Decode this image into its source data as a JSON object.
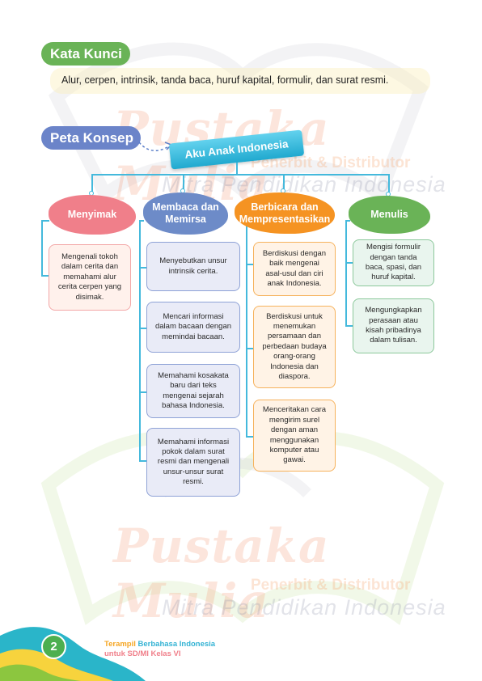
{
  "keywords": {
    "heading": "Kata Kunci",
    "text": "Alur, cerpen, intrinsik, tanda baca, huruf kapital, formulir, dan surat resmi."
  },
  "concept_map": {
    "heading": "Peta Konsep",
    "title": "Aku Anak Indonesia",
    "categories": [
      {
        "label": "Menyimak",
        "items": [
          "Mengenali tokoh dalam cerita dan memahami alur cerita cerpen yang disimak."
        ]
      },
      {
        "label": "Membaca dan Memirsa",
        "items": [
          "Menyebutkan unsur intrinsik cerita.",
          "Mencari informasi dalam bacaan dengan memindai bacaan.",
          "Memahami kosakata baru dari teks mengenai sejarah bahasa Indonesia.",
          "Memahami informasi pokok dalam surat resmi dan mengenali unsur-unsur surat resmi."
        ]
      },
      {
        "label": "Berbicara dan Mempresentasikan",
        "items": [
          "Berdiskusi dengan baik mengenai asal-usul dan ciri anak Indonesia.",
          "Berdiskusi untuk menemukan persamaan dan perbedaan budaya orang-orang Indonesia dan diaspora.",
          "Menceritakan cara mengirim surel dengan aman menggunakan komputer atau gawai."
        ]
      },
      {
        "label": "Menulis",
        "items": [
          "Mengisi formulir dengan tanda baca, spasi, dan huruf kapital.",
          "Mengungkapkan perasaan atau kisah pribadinya dalam tulisan."
        ]
      }
    ]
  },
  "watermark": {
    "logo": "Pustaka Mulia",
    "publisher": "Penerbit & Distributor",
    "tagline": "Mitra Pendidikan Indonesia"
  },
  "footer": {
    "page_number": "2",
    "book_title_1": "Terampil",
    "book_title_2": "Berbahasa Indonesia",
    "book_subtitle": "untuk SD/MI Kelas VI"
  },
  "colors": {
    "menyimak": "#f07f8a",
    "membaca": "#6d8bc8",
    "berbicara": "#f59322",
    "menulis": "#6ab357",
    "connector": "#44b9dc"
  }
}
